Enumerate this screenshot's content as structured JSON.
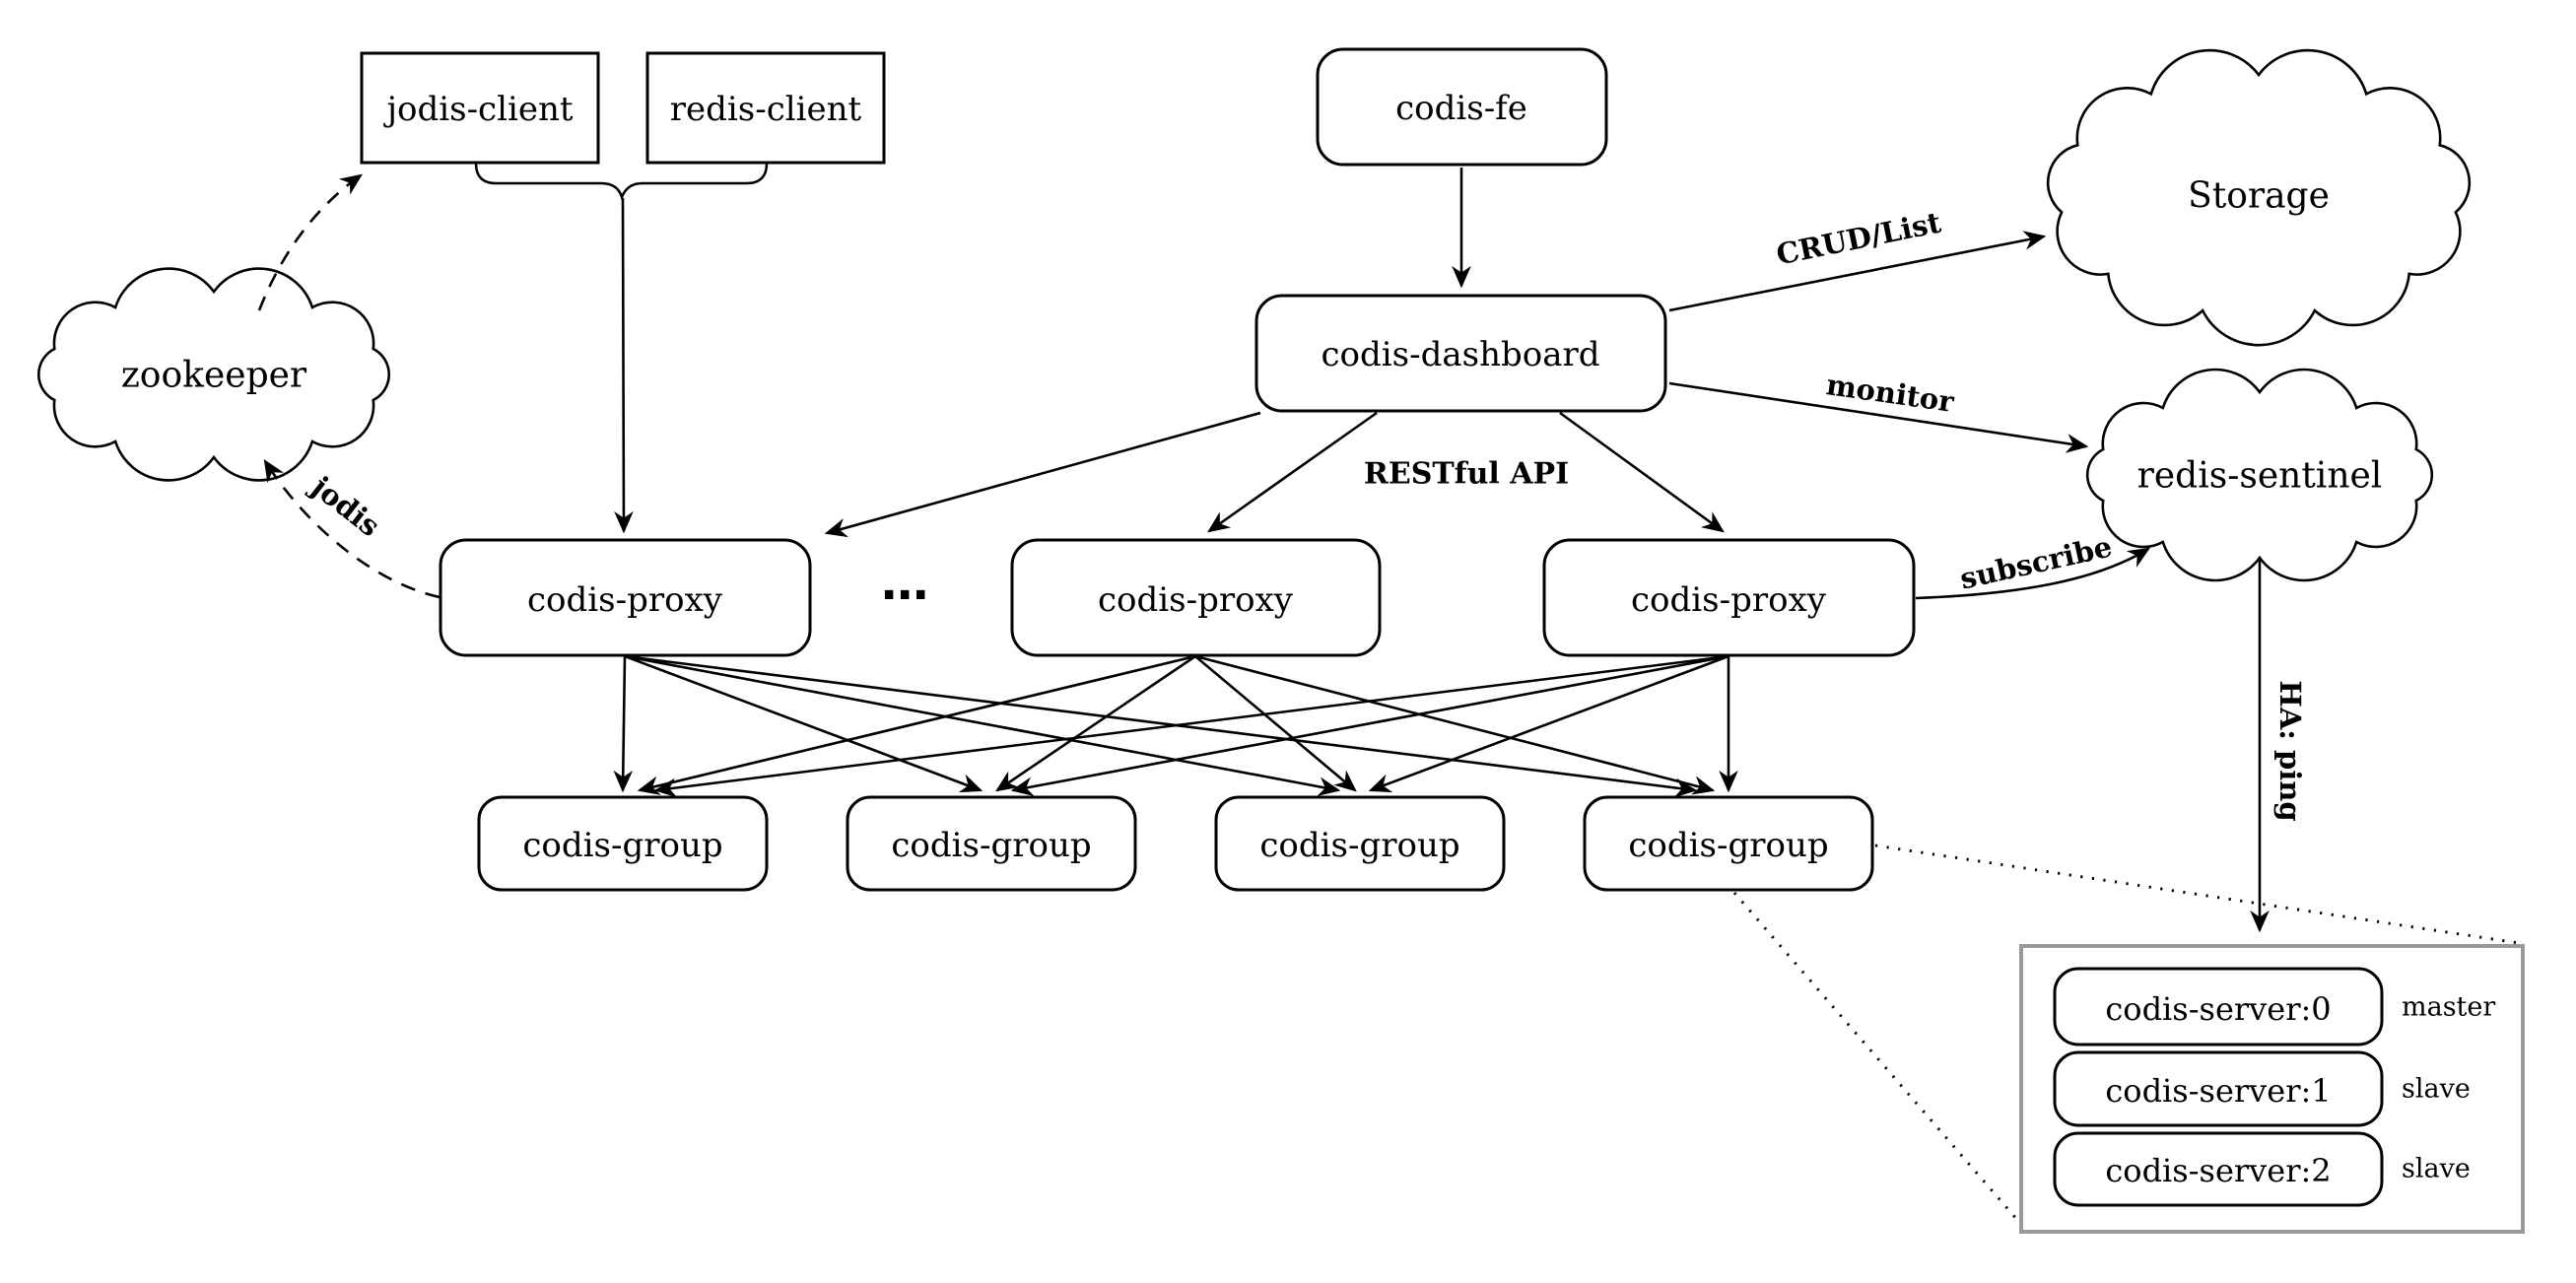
{
  "diagram": {
    "clients": {
      "jodis": "jodis-client",
      "redis": "redis-client"
    },
    "fe": "codis-fe",
    "dashboard": "codis-dashboard",
    "zookeeper": "zookeeper",
    "storage": "Storage",
    "sentinel": "redis-sentinel",
    "proxy": "codis-proxy",
    "ellipsis": "⋯",
    "group": "codis-group",
    "servers": [
      {
        "label": "codis-server:0",
        "role": "master"
      },
      {
        "label": "codis-server:1",
        "role": "slave"
      },
      {
        "label": "codis-server:2",
        "role": "slave"
      }
    ],
    "edge_labels": {
      "crud": "CRUD/List",
      "monitor": "monitor",
      "restful": "RESTful API",
      "subscribe": "subscribe",
      "jodis": "jodis",
      "ha_ping": "HA: ping"
    },
    "colors": {
      "ink": "#000000",
      "container_border": "#9a9a9a",
      "bg": "#ffffff"
    }
  }
}
